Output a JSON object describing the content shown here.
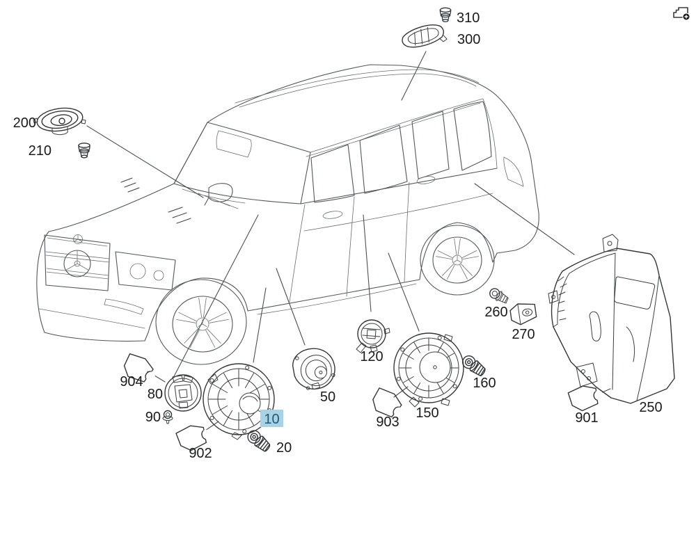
{
  "selection": {
    "selected_part": "10",
    "highlight_bg": "#a9d2e4",
    "highlight_text": "#1f5a75"
  },
  "toolbar": {
    "corner_icon": "add-annotation-icon"
  },
  "diagram": {
    "vehicle": "suv-line-drawing"
  },
  "parts": [
    {
      "number": "200",
      "icon": "oval-speaker"
    },
    {
      "number": "210",
      "icon": "fastener-clip"
    },
    {
      "number": "310",
      "icon": "fastener-clip"
    },
    {
      "number": "300",
      "icon": "tweeter-speaker"
    },
    {
      "number": "904",
      "icon": "mounting-bracket"
    },
    {
      "number": "80",
      "icon": "small-speaker"
    },
    {
      "number": "90",
      "icon": "screw-grommet"
    },
    {
      "number": "902",
      "icon": "mounting-bracket"
    },
    {
      "number": "10",
      "icon": "woofer-speaker",
      "highlighted": true
    },
    {
      "number": "20",
      "icon": "socket-bolt"
    },
    {
      "number": "50",
      "icon": "midrange-speaker"
    },
    {
      "number": "120",
      "icon": "small-speaker"
    },
    {
      "number": "903",
      "icon": "mounting-bracket"
    },
    {
      "number": "150",
      "icon": "large-speaker"
    },
    {
      "number": "160",
      "icon": "socket-bolt"
    },
    {
      "number": "260",
      "icon": "screw"
    },
    {
      "number": "270",
      "icon": "bracket-box"
    },
    {
      "number": "901",
      "icon": "mounting-bracket"
    },
    {
      "number": "250",
      "icon": "subwoofer-enclosure"
    }
  ]
}
